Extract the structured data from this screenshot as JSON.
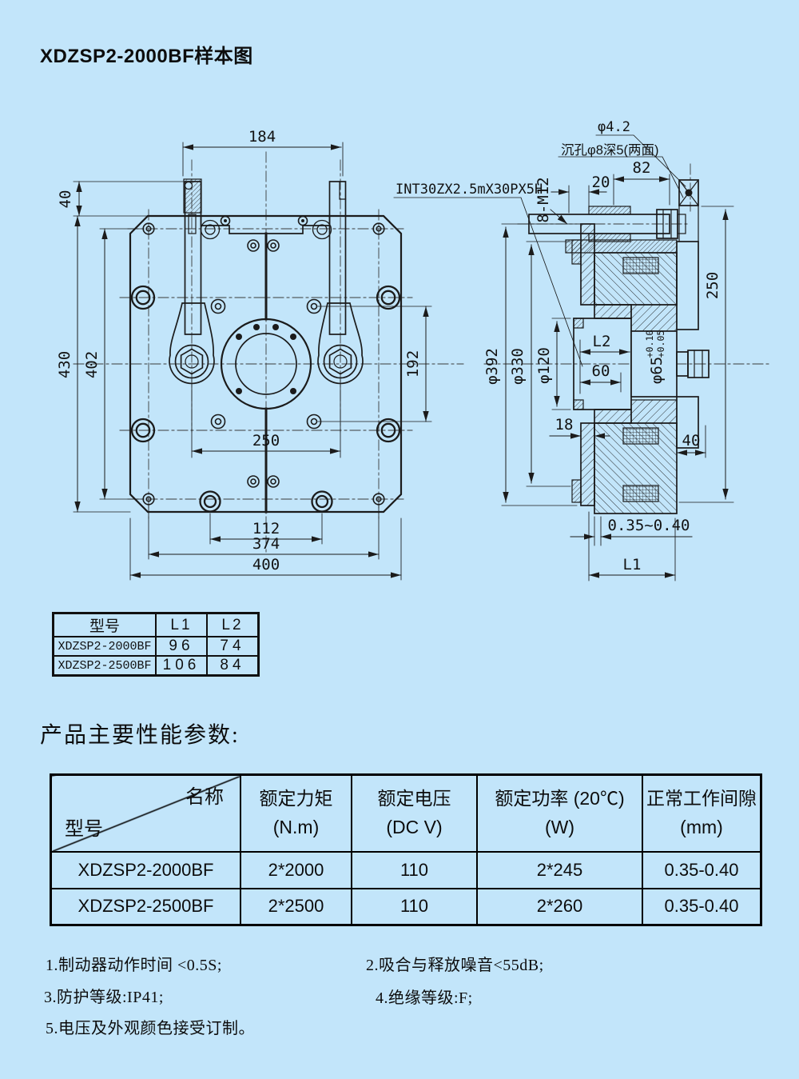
{
  "page": {
    "title": "XDZSP2-2000BF样本图"
  },
  "drawing": {
    "front_view": {
      "dim_width_top": "184",
      "dim_arm_offset": "40",
      "dim_height": "430",
      "dim_hole_height": "402",
      "dim_mid_height": "192",
      "dim_bolt_span": "250",
      "dim_bottom_inner": "112",
      "dim_bottom_mid": "374",
      "dim_bottom_outer": "400"
    },
    "side_view": {
      "spline_label": "INT30ZX2.5mX30PX5H",
      "hole_dia": "φ4.2",
      "counterbore": "沉孔φ8深5(两面)",
      "dim_82": "82",
      "dim_20": "20",
      "thread_label": "8-M12",
      "dim_250": "250",
      "dia_392": "φ392",
      "dia_330": "φ330",
      "dia_120": "φ120",
      "dim_L2": "L2",
      "dim_60": "60",
      "dia_65": "φ65",
      "tol_upper": "+0.10",
      "tol_lower": "+0.05",
      "dim_18": "18",
      "dim_40": "40",
      "air_gap": "0.35~0.40",
      "dim_L1": "L1"
    }
  },
  "size_table": {
    "headers": {
      "model": "型号",
      "l1": "L1",
      "l2": "L2"
    },
    "rows": [
      {
        "model": "XDZSP2-2000BF",
        "l1": "96",
        "l2": "74"
      },
      {
        "model": "XDZSP2-2500BF",
        "l1": "106",
        "l2": "84"
      }
    ]
  },
  "performance": {
    "heading": "产品主要性能参数:",
    "table": {
      "corner_top": "名称",
      "corner_bottom": "型号",
      "col_torque_1": "额定力矩",
      "col_torque_2": "(N.m)",
      "col_voltage_1": "额定电压",
      "col_voltage_2": "(DC V)",
      "col_power_1": "额定功率 (20℃)",
      "col_power_2": "(W)",
      "col_gap_1": "正常工作间隙",
      "col_gap_2": "(mm)",
      "rows": [
        {
          "model": "XDZSP2-2000BF",
          "torque": "2*2000",
          "voltage": "110",
          "power": "2*245",
          "gap": "0.35-0.40"
        },
        {
          "model": "XDZSP2-2500BF",
          "torque": "2*2500",
          "voltage": "110",
          "power": "2*260",
          "gap": "0.35-0.40"
        }
      ]
    }
  },
  "notes": {
    "n1": "1.制动器动作时间 <0.5S;",
    "n2": "2.吸合与释放噪音<55dB;",
    "n3": "3.防护等级:IP41;",
    "n4": "4.绝缘等级:F;",
    "n5": "5.电压及外观颜色接受订制。"
  },
  "colors": {
    "background": "#c2e5fa",
    "line": "#1b1b1b"
  }
}
